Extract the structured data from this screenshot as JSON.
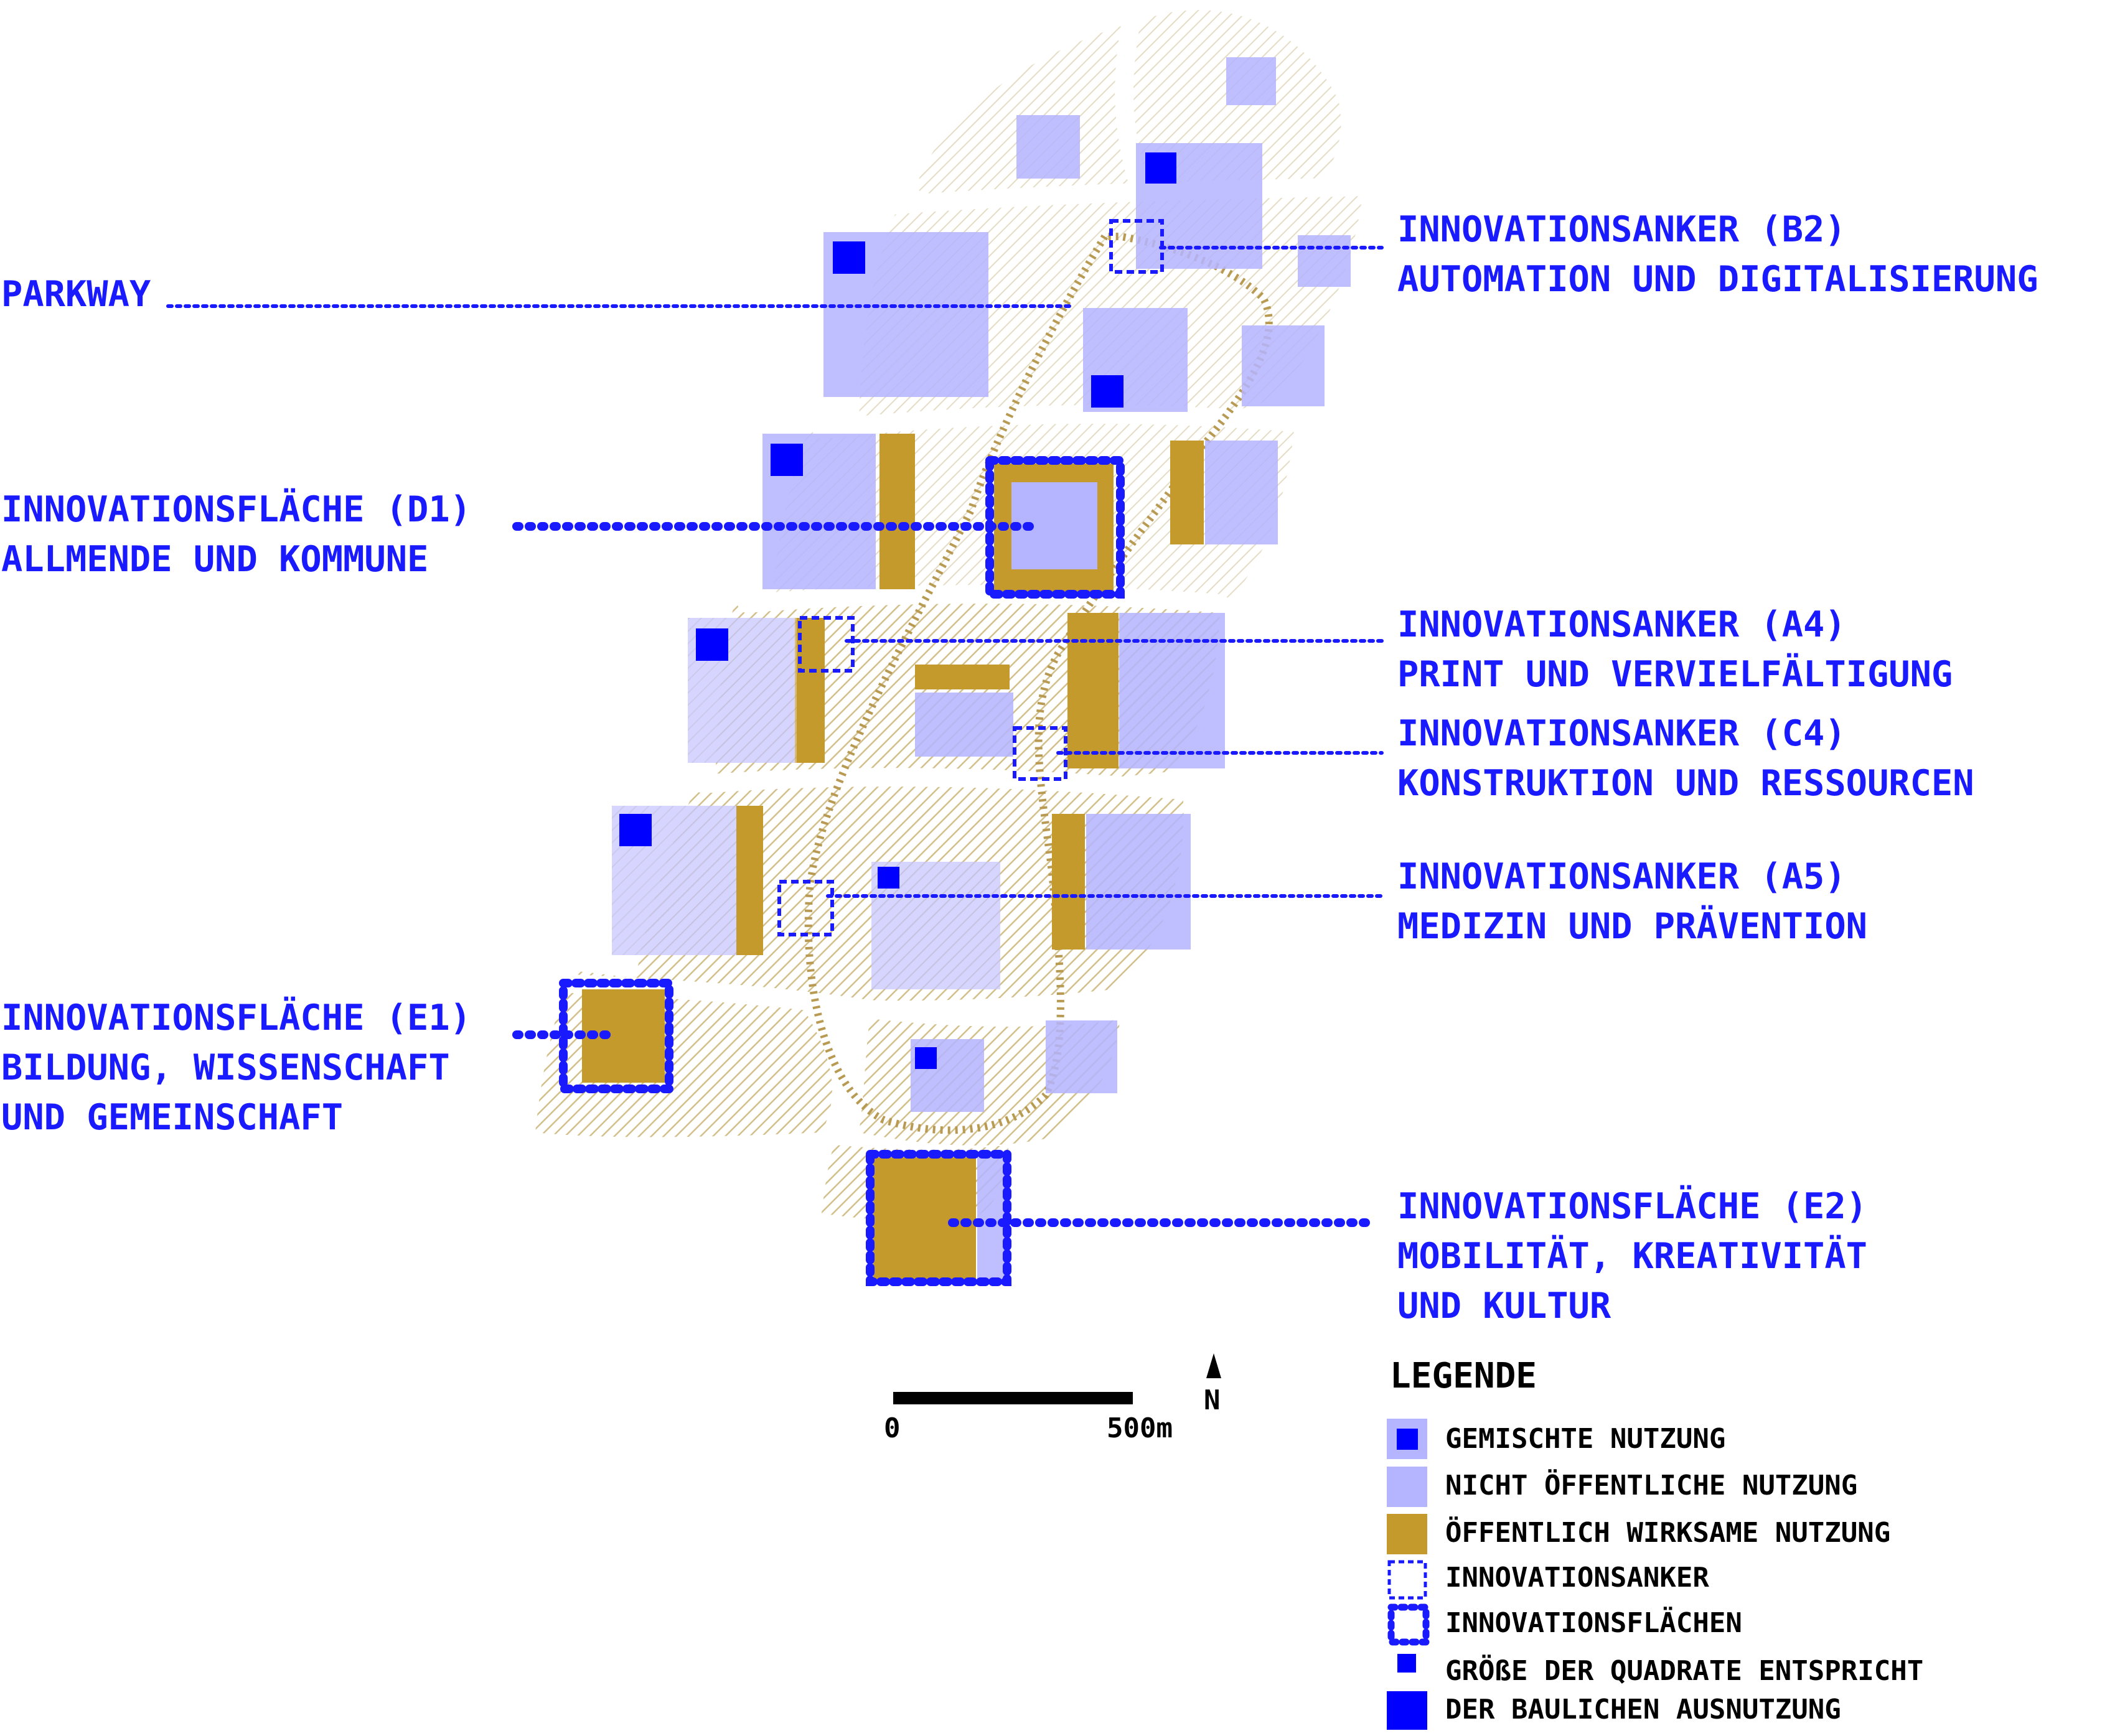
{
  "colors": {
    "accent_blue": "#1a1aff",
    "mixed_square": "#0000ff",
    "non_public": "#b4b4ff",
    "public_effective": "#c49a2c",
    "hatch": "#d9c99a",
    "hatch_dark": "#b89a52",
    "text_black": "#000000"
  },
  "callouts": {
    "parkway": "PARKWAY",
    "b2": {
      "line1": "INNOVATIONSANKER (B2)",
      "line2": "AUTOMATION UND DIGITALISIERUNG"
    },
    "d1": {
      "line1": "INNOVATIONSFLÄCHE (D1)",
      "line2": "ALLMENDE UND KOMMUNE"
    },
    "a4": {
      "line1": "INNOVATIONSANKER (A4)",
      "line2": "PRINT UND VERVIELFÄLTIGUNG"
    },
    "c4": {
      "line1": "INNOVATIONSANKER (C4)",
      "line2": "KONSTRUKTION UND RESSOURCEN"
    },
    "a5": {
      "line1": "INNOVATIONSANKER (A5)",
      "line2": "MEDIZIN UND PRÄVENTION"
    },
    "e1": {
      "line1": "INNOVATIONSFLÄCHE (E1)",
      "line2": "BILDUNG, WISSENSCHAFT",
      "line3": "UND GEMEINSCHAFT"
    },
    "e2": {
      "line1": "INNOVATIONSFLÄCHE (E2)",
      "line2": "MOBILITÄT, KREATIVITÄT",
      "line3": "UND KULTUR"
    }
  },
  "scale_bar": {
    "start_label": "0",
    "end_label": "500m"
  },
  "north_arrow": {
    "label": "N"
  },
  "legend": {
    "title": "LEGENDE",
    "items": [
      {
        "symbol": "mixed-use-icon",
        "label": "GEMISCHTE NUTZUNG"
      },
      {
        "symbol": "non-public-icon",
        "label": "NICHT ÖFFENTLICHE NUTZUNG"
      },
      {
        "symbol": "public-effective-icon",
        "label": "ÖFFENTLICH WIRKSAME NUTZUNG"
      },
      {
        "symbol": "innovation-anchor-icon",
        "label": "INNOVATIONSANKER"
      },
      {
        "symbol": "innovation-area-icon",
        "label": "INNOVATIONSFLÄCHEN"
      },
      {
        "symbol": "small-square-icon",
        "label": "GRÖßE DER QUADRATE ENTSPRICHT"
      },
      {
        "symbol": "large-square-icon",
        "label": "DER BAULICHEN AUSNUTZUNG"
      }
    ]
  }
}
